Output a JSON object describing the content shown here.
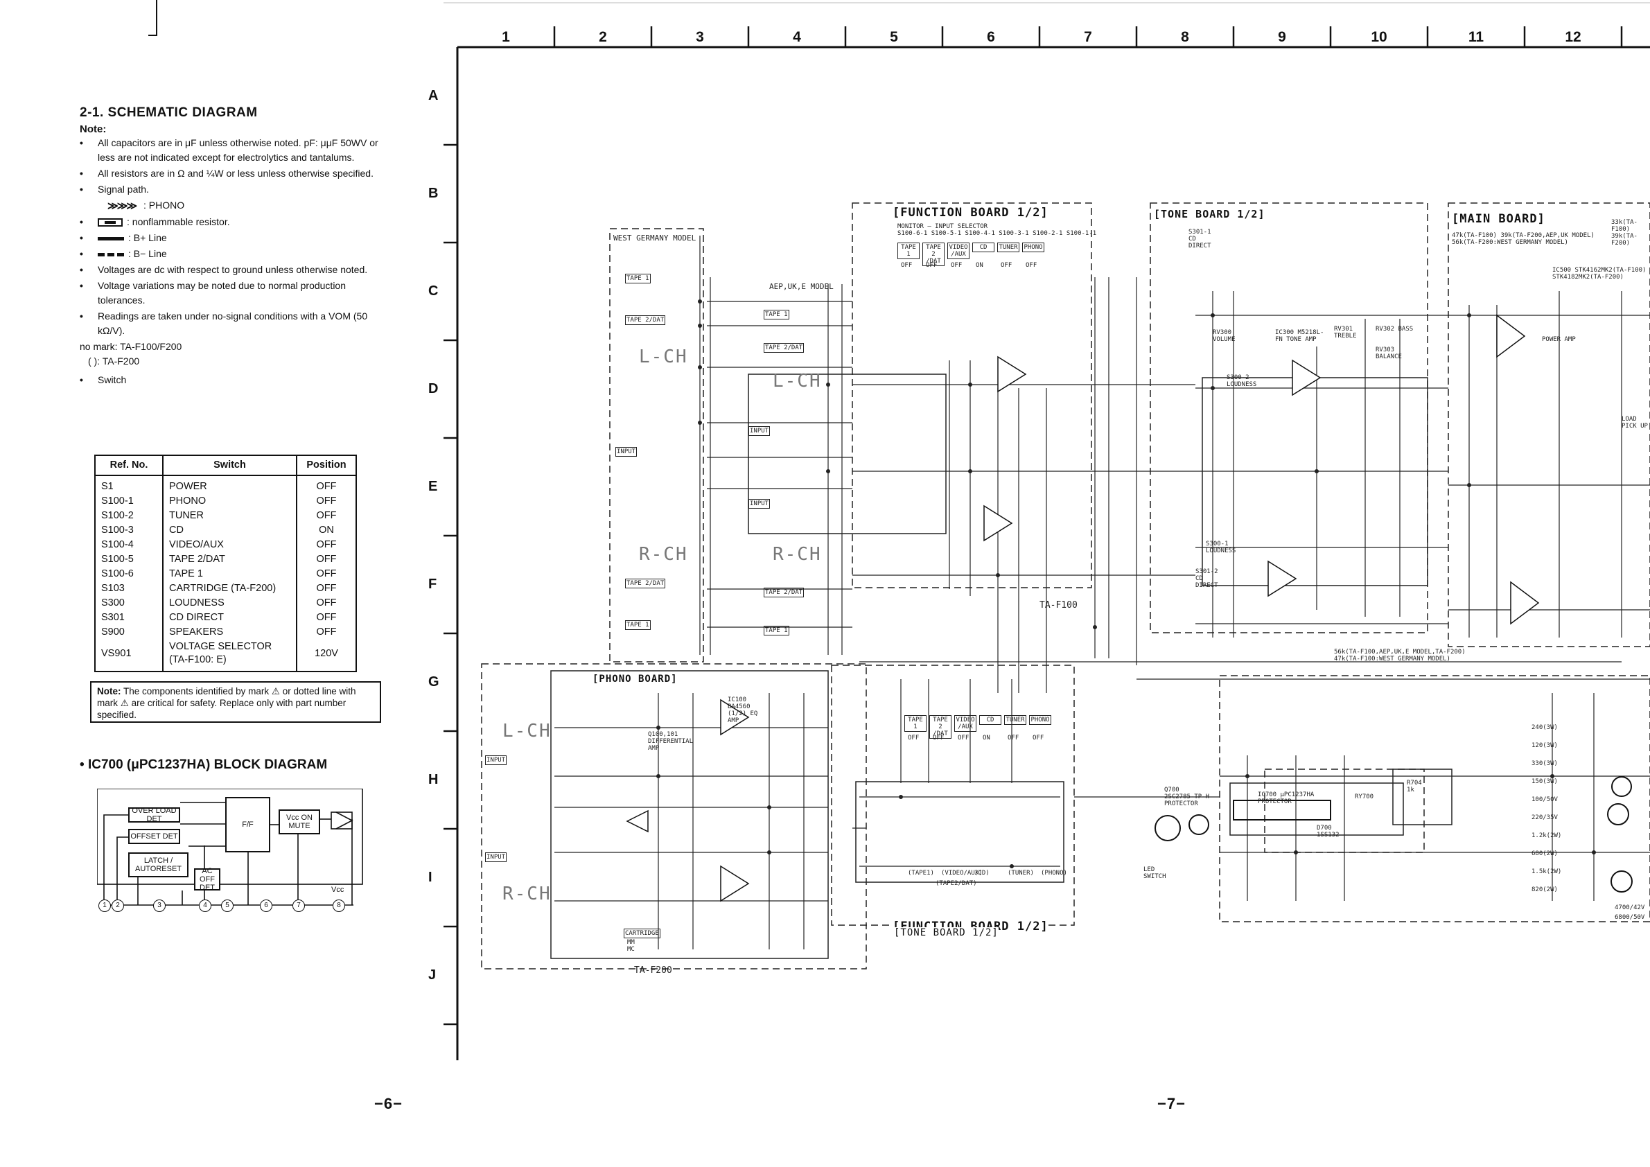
{
  "left_page": {
    "title": "2-1.  SCHEMATIC DIAGRAM",
    "note_heading": "Note:",
    "notes": [
      "All capacitors are in μF unless otherwise noted. pF: μμF 50WV or less are not indicated except for electrolytics and tantalums.",
      "All resistors are in Ω and ¼W or less unless otherwise specified.",
      "Signal path."
    ],
    "signal_phono": ": PHONO",
    "legend": [
      ": nonflammable resistor.",
      ": B+ Line",
      ": B− Line"
    ],
    "notes2": [
      "Voltages are dc with respect to ground unless otherwise noted.",
      "Voltage variations may be noted due to normal production tolerances.",
      "Readings are taken under no-signal conditions with a VOM (50 kΩ/V)."
    ],
    "no_mark": "no mark: TA-F100/F200",
    "paren_mark": "(        ): TA-F200",
    "switch_heading": "Switch",
    "switch_table": {
      "headers": [
        "Ref. No.",
        "Switch",
        "Position"
      ],
      "rows": [
        [
          "S1",
          "POWER",
          "OFF"
        ],
        [
          "S100-1",
          "PHONO",
          "OFF"
        ],
        [
          "S100-2",
          "TUNER",
          "OFF"
        ],
        [
          "S100-3",
          "CD",
          "ON"
        ],
        [
          "S100-4",
          "VIDEO/AUX",
          "OFF"
        ],
        [
          "S100-5",
          "TAPE 2/DAT",
          "OFF"
        ],
        [
          "S100-6",
          "TAPE 1",
          "OFF"
        ],
        [
          "S103",
          "CARTRIDGE  (TA-F200)",
          "OFF"
        ],
        [
          "S300",
          "LOUDNESS",
          "OFF"
        ],
        [
          "S301",
          "CD DIRECT",
          "OFF"
        ],
        [
          "S900",
          "SPEAKERS",
          "OFF"
        ],
        [
          "VS901",
          "VOLTAGE SELECTOR\n(TA-F100: E)",
          "120V"
        ]
      ]
    },
    "safety_note_label": "Note:",
    "safety_note_text": "The components identified by mark ⚠ or dotted line with mark ⚠ are critical for safety. Replace only with part number specified.",
    "block_title": "IC700 (μPC1237HA) BLOCK DIAGRAM",
    "block_diagram": {
      "boxes": [
        "OVER LOAD DET",
        "OFFSET DET",
        "LATCH / AUTORESET",
        "AC OFF DET",
        "F/F",
        "Vcc ON MUTE"
      ],
      "pins": [
        "1",
        "2",
        "3",
        "4",
        "5",
        "6",
        "7",
        "8"
      ],
      "vcc": "Vcc"
    },
    "page_number": "−6−"
  },
  "right_page": {
    "columns": [
      "1",
      "2",
      "3",
      "4",
      "5",
      "6",
      "7",
      "8",
      "9",
      "10",
      "11",
      "12"
    ],
    "rows": [
      "A",
      "B",
      "C",
      "D",
      "E",
      "F",
      "G",
      "H",
      "I",
      "J"
    ],
    "boards": {
      "function_top": "[FUNCTION BOARD 1/2]",
      "tone": "[TONE BOARD 1/2]",
      "main": "[MAIN BOARD]",
      "phono": "[PHONO BOARD]",
      "function_bottom": "[FUNCTION BOARD 1/2]",
      "tone_bottom": "[TONE BOARD 1/2]"
    },
    "labels": {
      "west_germany": "WEST GERMANY MODEL",
      "aep_uk_e": "AEP,UK,E MODEL",
      "l_ch": "L-CH",
      "r_ch": "R-CH",
      "ta_f100": "TA-F100",
      "ta_f200": "TA-F200",
      "input": "INPUT",
      "tape1": "TAPE 1",
      "tape2dat": "TAPE 2/DAT",
      "volume": "VOLUME",
      "treble": "TREBLE",
      "bass": "BASS",
      "balance": "BALANCE",
      "loudness": "LOUDNESS",
      "cd_direct": "CD DIRECT",
      "tone_amp": "TONE AMP",
      "power_amp": "POWER AMP",
      "monitor": "MONITOR — INPUT SELECTOR",
      "s100": "S100-6-1  S100-5-1  S100-4-1  S100-3-1  S100-2-1  S100-1-1",
      "selector_buttons": [
        "TAPE 1",
        "TAPE 2 /DAT",
        "VIDEO /AUX",
        "CD",
        "TUNER",
        "PHONO"
      ],
      "off_on": [
        "OFF",
        "OFF",
        "OFF",
        "ON",
        "OFF",
        "OFF"
      ],
      "bottom_selector": [
        "(TAPE1)",
        "(VIDEO/AUX)",
        "(CD)",
        "(TUNER)",
        "(PHONO)",
        "(TAPE2/DAT)"
      ],
      "ic300": "IC300 M5218L-FN TONE AMP",
      "ic500": "IC500 STK4162MK2(TA-F100) STK4182MK2(TA-F200)",
      "ic700": "IC700 μPC1237HA PROTECTOR",
      "ic100": "IC100 BA4560 (1/2) EQ AMP",
      "cartridge": "CARTRIDGE",
      "mm_mc": "MM MC",
      "led_switch": "LED SWITCH",
      "protector": "Q700 2SC2785-TP-H PROTECTOR",
      "main_note1": "47k(TA-F100) 39k(TA-F200,AEP,UK MODEL) 56k(TA-F200:WEST GERMANY MODEL)",
      "main_note2": "33k(TA-F100) 39k(TA-F200)",
      "load_pickup": "LOAD PICK UP",
      "diff_amp": "Q100,101 DIFFERENTIAL AMP",
      "value_1": "56k(TA-F100,AEP,UK,E MODEL,TA-F200)",
      "value_2": "47k(TA-F100:WEST GERMANY MODEL)",
      "r704": "R704 1k",
      "rv300": "RV300 VOLUME",
      "rv301": "RV301 TREBLE",
      "rv302": "RV302 BASS",
      "rv303": "RV303 BALANCE",
      "s300_2": "S300-2 LOUDNESS",
      "s300_1": "S300-1 LOUDNESS",
      "s301_1": "S301-1 CD DIRECT",
      "s301_2": "S301-2 CD DIRECT",
      "ry700": "RY700",
      "d700": "D700 1SS132",
      "right_values": [
        "240(3W)",
        "120(3W)",
        "330(3W)",
        "150(3W)",
        "100/50V",
        "220/35V",
        "1.2k(2W)",
        "680(2W)",
        "1.5k(2W)",
        "820(2W)",
        "4700/42V",
        "6800/50V"
      ]
    },
    "page_number": "−7−"
  }
}
